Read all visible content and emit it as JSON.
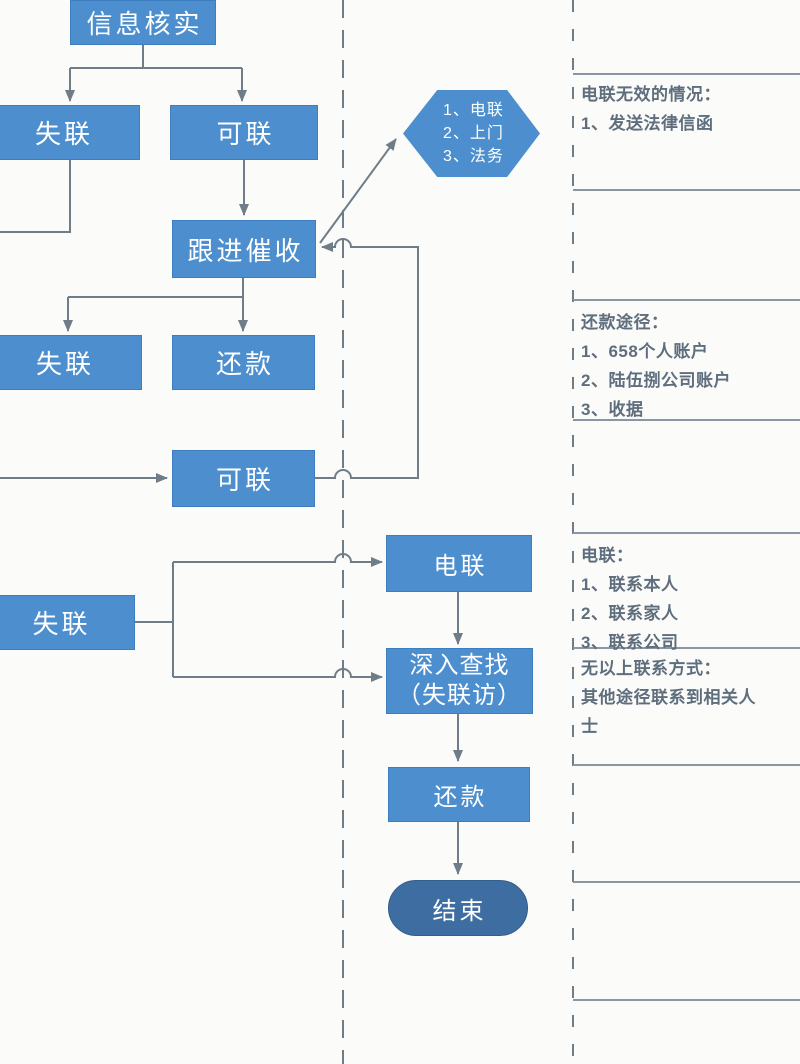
{
  "flowchart": {
    "nodes": {
      "verify": {
        "label": "信息核实"
      },
      "lost_top": {
        "label": "失联"
      },
      "reachable_top": {
        "label": "可联"
      },
      "follow_up": {
        "label": "跟进催收"
      },
      "lost_mid": {
        "label": "失联"
      },
      "repay_mid": {
        "label": "还款"
      },
      "reachable_mid": {
        "label": "可联"
      },
      "lost_bottom": {
        "label": "失联"
      },
      "phone_contact": {
        "label": "电联"
      },
      "deep_search": {
        "line1": "深入查找",
        "line2": "（失联访）"
      },
      "repay_bottom": {
        "label": "还款"
      },
      "end": {
        "label": "结束"
      }
    },
    "hexagon": {
      "items": [
        "1、电联",
        "2、上门",
        "3、法务"
      ]
    }
  },
  "notes": {
    "note1": {
      "title": "电联无效的情况：",
      "items": [
        "1、发送法律信函"
      ]
    },
    "note2": {
      "title": "还款途径：",
      "items": [
        "1、658个人账户",
        "2、陆伍捌公司账户",
        "3、收据"
      ]
    },
    "note3": {
      "title": "电联：",
      "items": [
        "1、联系本人",
        "2、联系家人",
        "3、联系公司"
      ]
    },
    "note4": {
      "title": "无以上联系方式：",
      "items": [
        "其他途径联系到相关人士"
      ]
    }
  },
  "colors": {
    "node_fill": "#4d8fce",
    "node_border": "#3d7ec0",
    "end_fill": "#3e6da1",
    "connector": "#6f7d89",
    "separator": "#8a97a2",
    "note_text": "#5f6e7d",
    "node_text": "#ffffff",
    "background": "#fbfbfa"
  }
}
